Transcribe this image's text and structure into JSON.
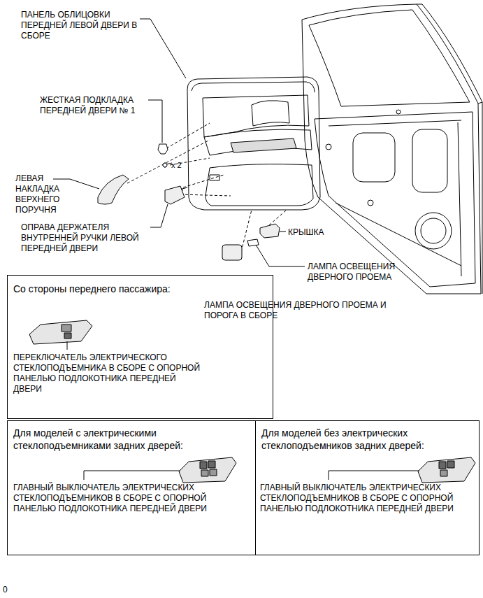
{
  "diagram": {
    "nodes": [
      {
        "text": [
          "Со стороны переднего пассажира:",
          "ПЕРЕКЛЮЧАТЕЛЬ ЭЛЕКТРИЧЕСКОГО СТЕКЛОПОДЪЕМНИКА В СБОРЕ С ОПОРНОЙ ПАНЕЛЬЮ ПОДЛОКОТНИКА ПЕРЕДНЕЙ ДВЕРИ"
        ]
      },
      {
        "text": [
          "Для моделей с электрическими стеклоподъемниками задних дверей:",
          "ГЛАВНЫЙ ВЫКЛЮЧАТЕЛЬ ЭЛЕКТРИЧЕСКИХ СТЕКЛОПОДЪЕМНИКОВ В СБОРЕ С ОПОРНОЙ ПАНЕЛЬЮ ПОДЛОКОТНИКА ПЕРЕДНЕЙ ДВЕРИ"
        ]
      },
      {
        "text": [
          "Для моделей без электрических стеклоподъемников задних дверей:",
          "ГЛАВНЫЙ ВЫКЛЮЧАТЕЛЬ ЭЛЕКТРИЧЕСКИХ СТЕКЛОПОДЪЕМНИКОВ В СБОРЕ С ОПОРНОЙ ПАНЕЛЬЮ ПОДЛОКОТНИКА ПЕРЕДНЕЙ ДВЕРИ"
        ]
      }
    ],
    "labels": [
      "ПАНЕЛЬ ОБЛИЦОВКИ ПЕРЕДНЕЙ ЛЕВОЙ ДВЕРИ В СБОРЕ",
      "ЖЕСТКАЯ ПОДКЛАДКА ПЕРЕДНЕЙ ДВЕРИ № 1",
      "x 2",
      "ЛЕВАЯ НАКЛАДКА ВЕРХНЕГО ПОРУЧНЯ",
      "ОПРАВА ДЕРЖАТЕЛЯ ВНУТРЕННЕЙ РУЧКИ ЛЕВОЙ ПЕРЕДНЕЙ ДВЕРИ",
      "КРЫШКА",
      "ЛАМПА ОСВЕЩЕНИЯ ДВЕРНОГО ПРОЕМА",
      "ЛАМПА ОСВЕЩЕНИЯ ДВЕРНОГО ПРОЕМА И ПОРОГА В СБОРЕ",
      "0"
    ]
  }
}
